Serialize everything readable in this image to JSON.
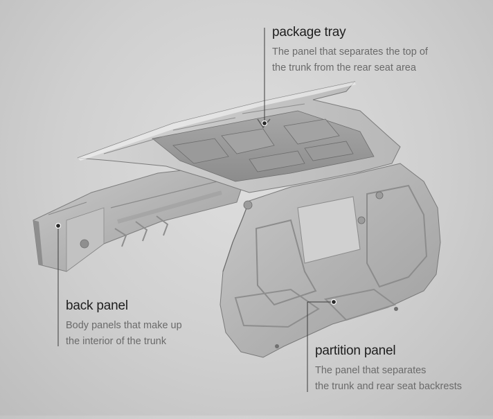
{
  "labels": {
    "package_tray": {
      "title": "package tray",
      "desc_line1": "The panel that separates the top of",
      "desc_line2": "the trunk from the rear seat area"
    },
    "back_panel": {
      "title": "back panel",
      "desc_line1": "Body panels that make up",
      "desc_line2": "the interior of the trunk"
    },
    "partition_panel": {
      "title": "partition panel",
      "desc_line1": "The panel that separates",
      "desc_line2": "the trunk and rear seat backrests"
    }
  }
}
